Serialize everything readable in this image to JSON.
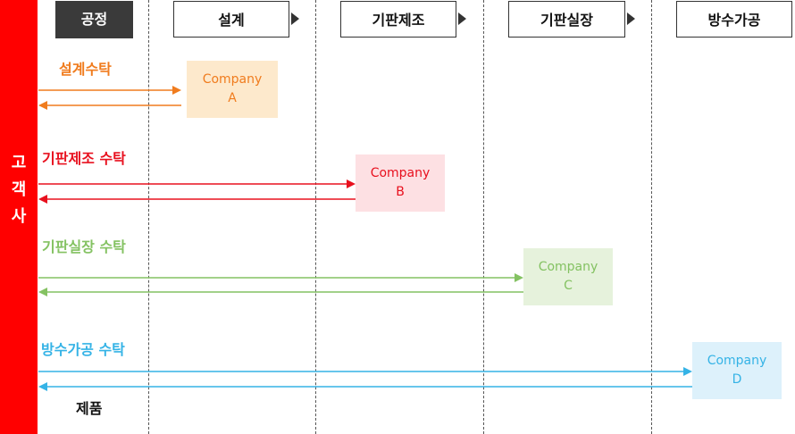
{
  "customer": {
    "chars": [
      "고",
      "객",
      "사"
    ]
  },
  "header": {
    "process_label": "공정",
    "stages": [
      "설계",
      "기판제조",
      "기판실장",
      "방수가공"
    ]
  },
  "flows": [
    {
      "label": "설계수탁",
      "company": "Company A",
      "color": "#f07c1e",
      "box_color": "#fde9cc"
    },
    {
      "label": "기판제조 수탁",
      "company": "Company B",
      "color": "#e8101e",
      "box_color": "#fde0e3"
    },
    {
      "label": "기판실장 수탁",
      "company": "Company C",
      "color": "#84c262",
      "box_color": "#e6f2dc"
    },
    {
      "label": "방수가공 수탁",
      "company": "Company D",
      "color": "#35b3e6",
      "box_color": "#ddf1fb"
    }
  ],
  "product_label": "제품"
}
